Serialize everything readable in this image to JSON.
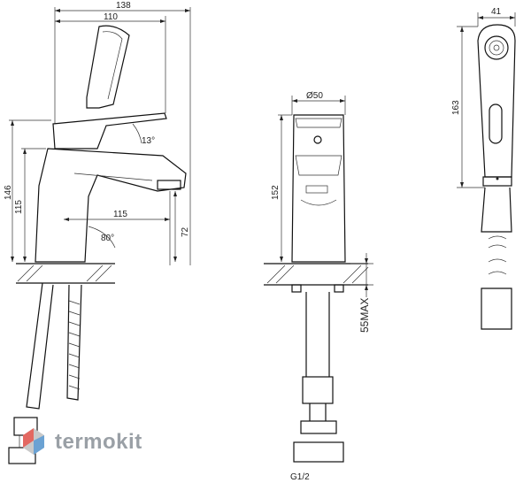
{
  "dimensions": {
    "side_width_total": "138",
    "side_width_body": "110",
    "side_height_total": "146",
    "side_height_body": "115",
    "spout_reach": "115",
    "spout_height": "72",
    "lever_angle": "13°",
    "spout_angle": "80°",
    "front_diameter": "Ø50",
    "front_height": "152",
    "deck_max": "55MAX",
    "thread": "G1/2",
    "shower_width": "41",
    "shower_height": "163"
  },
  "branding": {
    "logo_text": "termokit",
    "logo_colors": [
      "#e8574f",
      "#5b9bd5",
      "#c9c9c9"
    ]
  }
}
